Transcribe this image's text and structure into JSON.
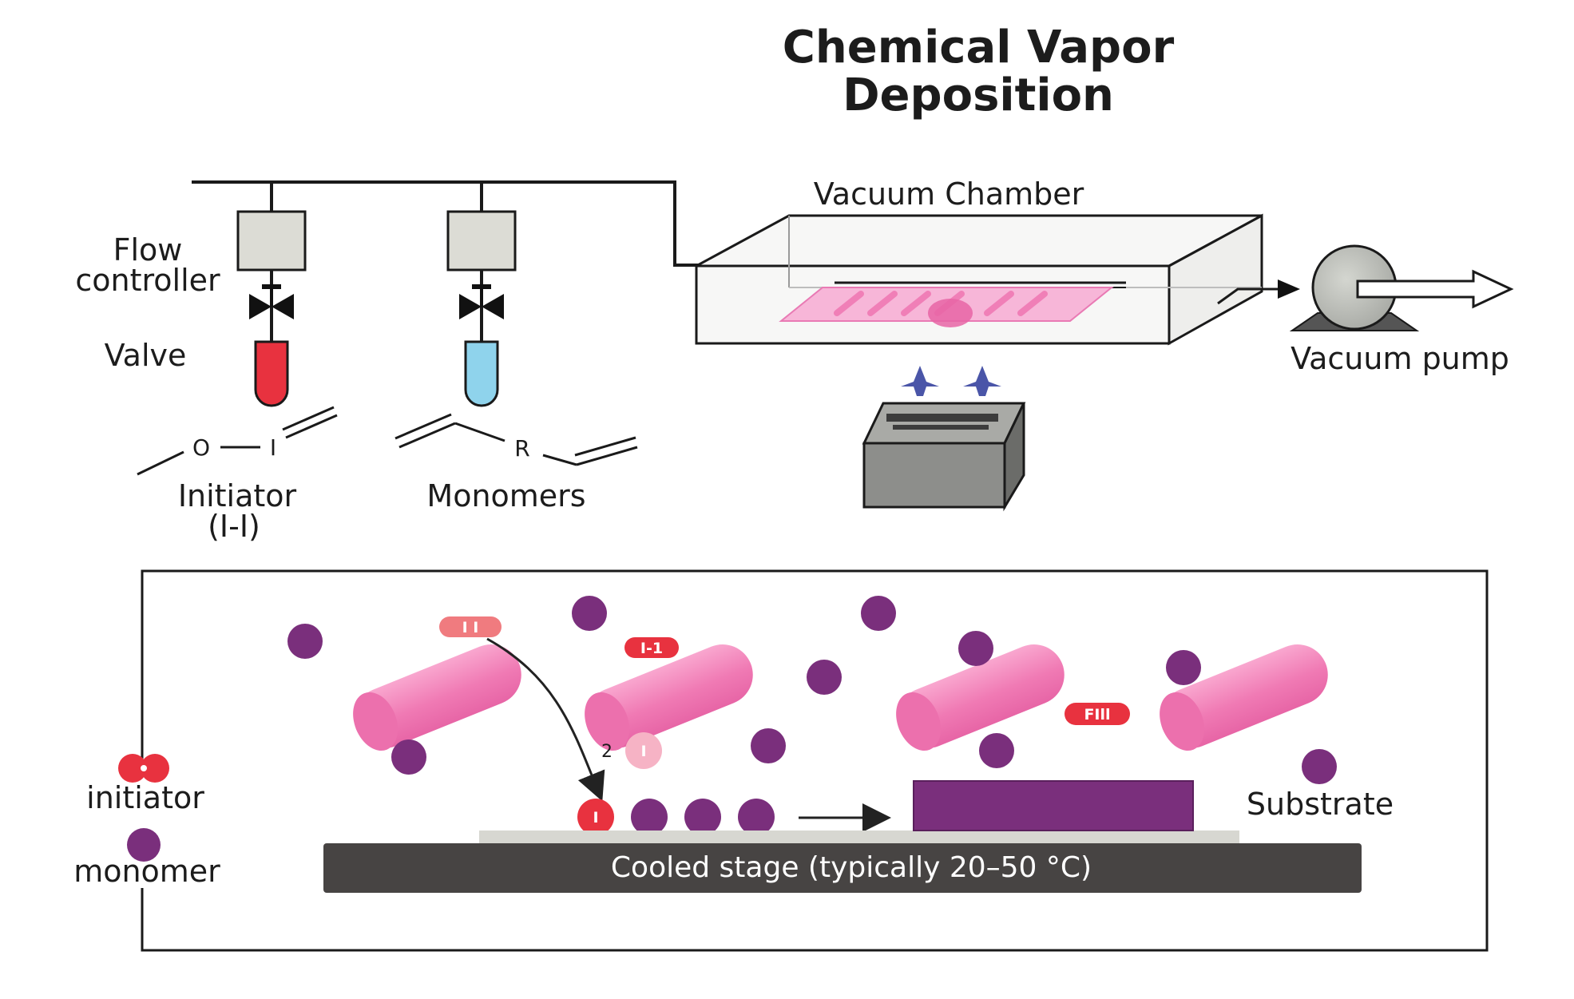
{
  "title": {
    "line1": "Chemical Vapor",
    "line2": "Deposition"
  },
  "setup": {
    "flow_controller_line1": "Flow",
    "flow_controller_line2": "controller",
    "valve": "Valve",
    "vacuum_chamber": "Vacuum Chamber",
    "vacuum_pump": "Vacuum pump",
    "initiator_atom_o": "O",
    "initiator_atom_i": "I",
    "monomer_atom_r": "R",
    "initiator_label": "Initiator",
    "initiator_formula": "(I-I)",
    "monomers_label": "Monomers"
  },
  "detail": {
    "particle_i_i": "I I",
    "particle_i_1": "I-1",
    "particle_fill": "FIll",
    "coefficient_2": "2",
    "particle_i_light": "I",
    "particle_i_surface": "I",
    "substrate": "Substrate",
    "cooled_stage": "Cooled stage (typically  20–50 °C)",
    "legend_initiator": "initiator",
    "legend_monomer": "monomer"
  },
  "colors": {
    "initiator_red": "#e8323f",
    "monomer_purple": "#7a2f7c",
    "monomer_tube_blue": "#8fd3ec",
    "polymer_pink": "#f07ab4",
    "substrate_purple": "#7a2f7c",
    "stage_dark": "#474443"
  }
}
